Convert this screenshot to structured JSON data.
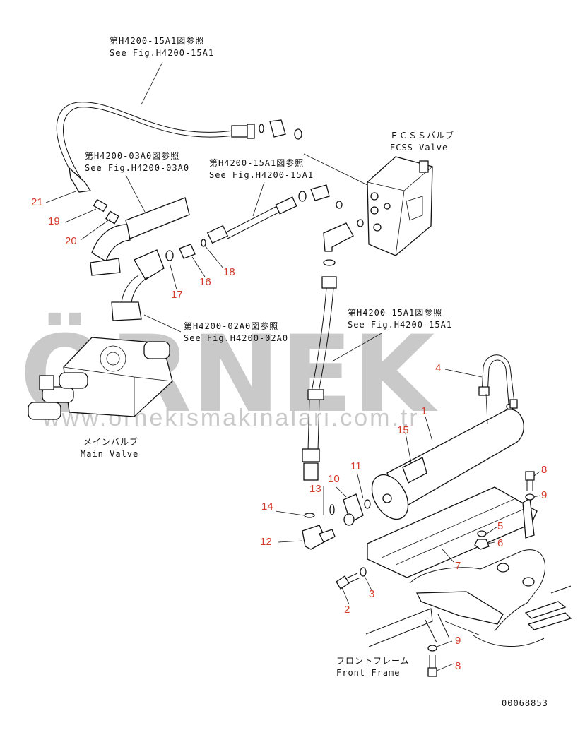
{
  "references": {
    "top_jp": "第H4200-15A1図参照",
    "top_en": "See Fig.H4200-15A1",
    "left_jp": "第H4200-03A0図参照",
    "left_en": "See Fig.H4200-03A0",
    "mid_jp": "第H4200-15A1図参照",
    "mid_en": "See Fig.H4200-15A1",
    "lower_jp": "第H4200-02A0図参照",
    "lower_en": "See Fig.H4200-02A0",
    "right_jp": "第H4200-15A1図参照",
    "right_en": "See Fig.H4200-15A1"
  },
  "components": {
    "ecss_jp": "ＥＣＳＳバルブ",
    "ecss_en": "ECSS Valve",
    "main_jp": "メインバルブ",
    "main_en": "Main Valve",
    "frame_jp": "フロントフレーム",
    "frame_en": "Front Frame"
  },
  "callouts": {
    "c1": "1",
    "c2": "2",
    "c3": "3",
    "c4": "4",
    "c5": "5",
    "c6": "6",
    "c7": "7",
    "c8a": "8",
    "c8b": "8",
    "c9a": "9",
    "c9b": "9",
    "c10": "10",
    "c11": "11",
    "c12": "12",
    "c13": "13",
    "c14": "14",
    "c15": "15",
    "c16": "16",
    "c17": "17",
    "c18": "18",
    "c19": "19",
    "c20": "20",
    "c21": "21"
  },
  "watermark": {
    "brand": "ÖRNEK",
    "url": "www.ornekismakinalari.com.tr"
  },
  "figure_number": "00068853",
  "colors": {
    "callout": "#d43a2a",
    "watermark": "#c9c9c9",
    "ink": "#111111"
  }
}
